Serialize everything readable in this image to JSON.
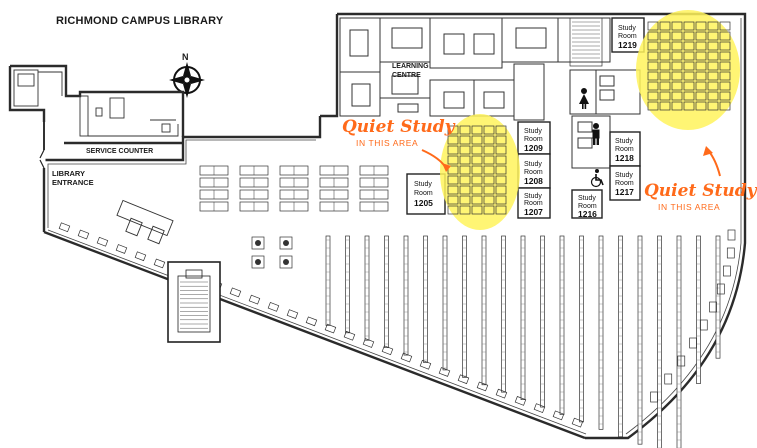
{
  "map": {
    "title": "RICHMOND CAMPUS LIBRARY",
    "compass_label": "N",
    "service_counter": "SERVICE COUNTER",
    "entrance": {
      "line1": "LIBRARY",
      "line2": "ENTRANCE"
    },
    "learning_centre": {
      "line1": "LEARNING",
      "line2": "CENTRE"
    },
    "study_word": "Study",
    "room_word": "Room",
    "rooms": {
      "r1205": "1205",
      "r1207": "1207",
      "r1208": "1208",
      "r1209": "1209",
      "r1216": "1216",
      "r1217": "1217",
      "r1218": "1218",
      "r1219": "1219"
    },
    "quiet_zones": [
      {
        "headline": "Quiet Study",
        "sub": "IN THIS AREA"
      },
      {
        "headline": "Quiet Study",
        "sub": "IN THIS AREA"
      }
    ],
    "colors": {
      "highlight": "#fff35c",
      "accent": "#ff6a1a",
      "line": "#1a1a1a",
      "wall": "#2b2b2b"
    },
    "icons": [
      "compass-rose-icon",
      "restroom-men-icon",
      "restroom-women-icon",
      "wheelchair-accessible-icon",
      "stairs-icon",
      "elevator-icon"
    ]
  }
}
